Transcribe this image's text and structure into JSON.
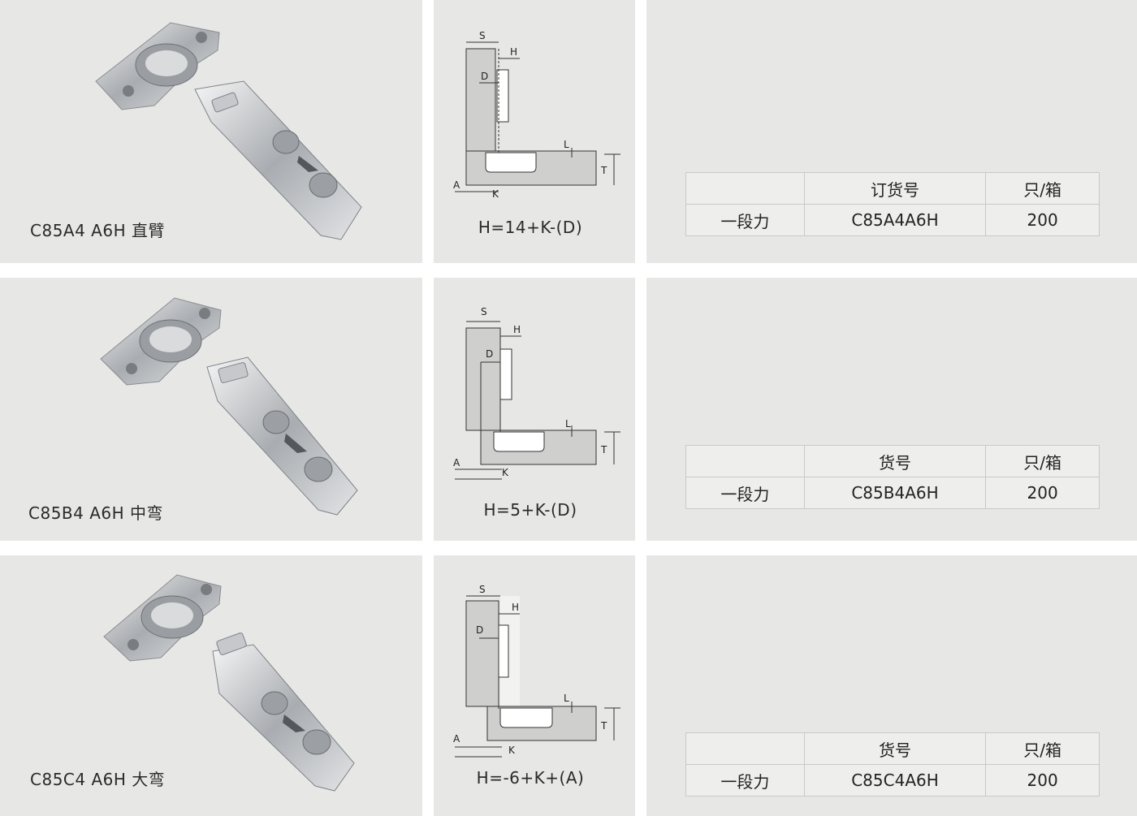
{
  "rows": [
    {
      "model_label": "C85A4 A6H  直臂",
      "formula": "H=14+K-(D)",
      "diagram_labels": {
        "s": "S",
        "h": "H",
        "d": "D",
        "l": "L",
        "t": "T",
        "a": "A",
        "k": "K"
      },
      "table": {
        "header": [
          "",
          "订货号",
          "只/箱"
        ],
        "row": [
          "一段力",
          "C85A4A6H",
          "200"
        ]
      }
    },
    {
      "model_label": "C85B4 A6H  中弯",
      "formula": "H=5+K-(D)",
      "diagram_labels": {
        "s": "S",
        "h": "H",
        "d": "D",
        "l": "L",
        "t": "T",
        "a": "A",
        "k": "K"
      },
      "table": {
        "header": [
          "",
          "货号",
          "只/箱"
        ],
        "row": [
          "一段力",
          "C85B4A6H",
          "200"
        ]
      }
    },
    {
      "model_label": "C85C4 A6H 大弯",
      "formula": "H=-6+K+(A)",
      "diagram_labels": {
        "s": "S",
        "h": "H",
        "d": "D",
        "l": "L",
        "t": "T",
        "a": "A",
        "k": "K"
      },
      "table": {
        "header": [
          "",
          "货号",
          "只/箱"
        ],
        "row": [
          "一段力",
          "C85C4A6H",
          "200"
        ]
      }
    }
  ],
  "colors": {
    "panel_bg": "#e7e8e6",
    "table_border": "#c9cac8",
    "diagram_grey": "#cfd0ce",
    "metal": "#b8babd"
  },
  "icons": [
    "hinge-photo",
    "overlay-diagram"
  ]
}
